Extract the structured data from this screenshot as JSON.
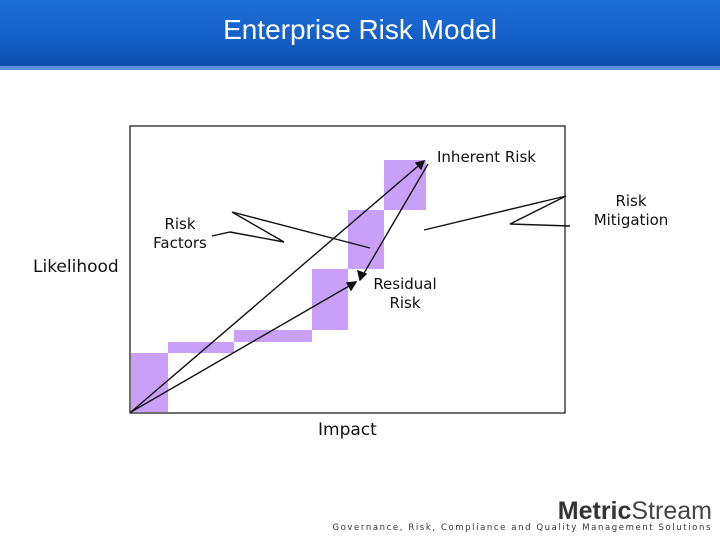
{
  "title": "Enterprise Risk Model",
  "colors": {
    "header": "#1560c8",
    "step_fill": "#c9a0f7",
    "line": "#111111"
  },
  "diagram": {
    "y_axis_label": "Likelihood",
    "x_axis_label": "Impact",
    "labels": {
      "inherent_risk": "Inherent Risk",
      "risk_mitigation_line1": "Risk",
      "risk_mitigation_line2": "Mitigation",
      "risk_factors_line1": "Risk",
      "risk_factors_line2": "Factors",
      "residual_risk_line1": "Residual",
      "residual_risk_line2": "Risk"
    }
  },
  "footer": {
    "brand_part1": "Metric",
    "brand_part2": "Stream",
    "tagline": "Governance, Risk, Compliance and Quality Management Solutions"
  }
}
